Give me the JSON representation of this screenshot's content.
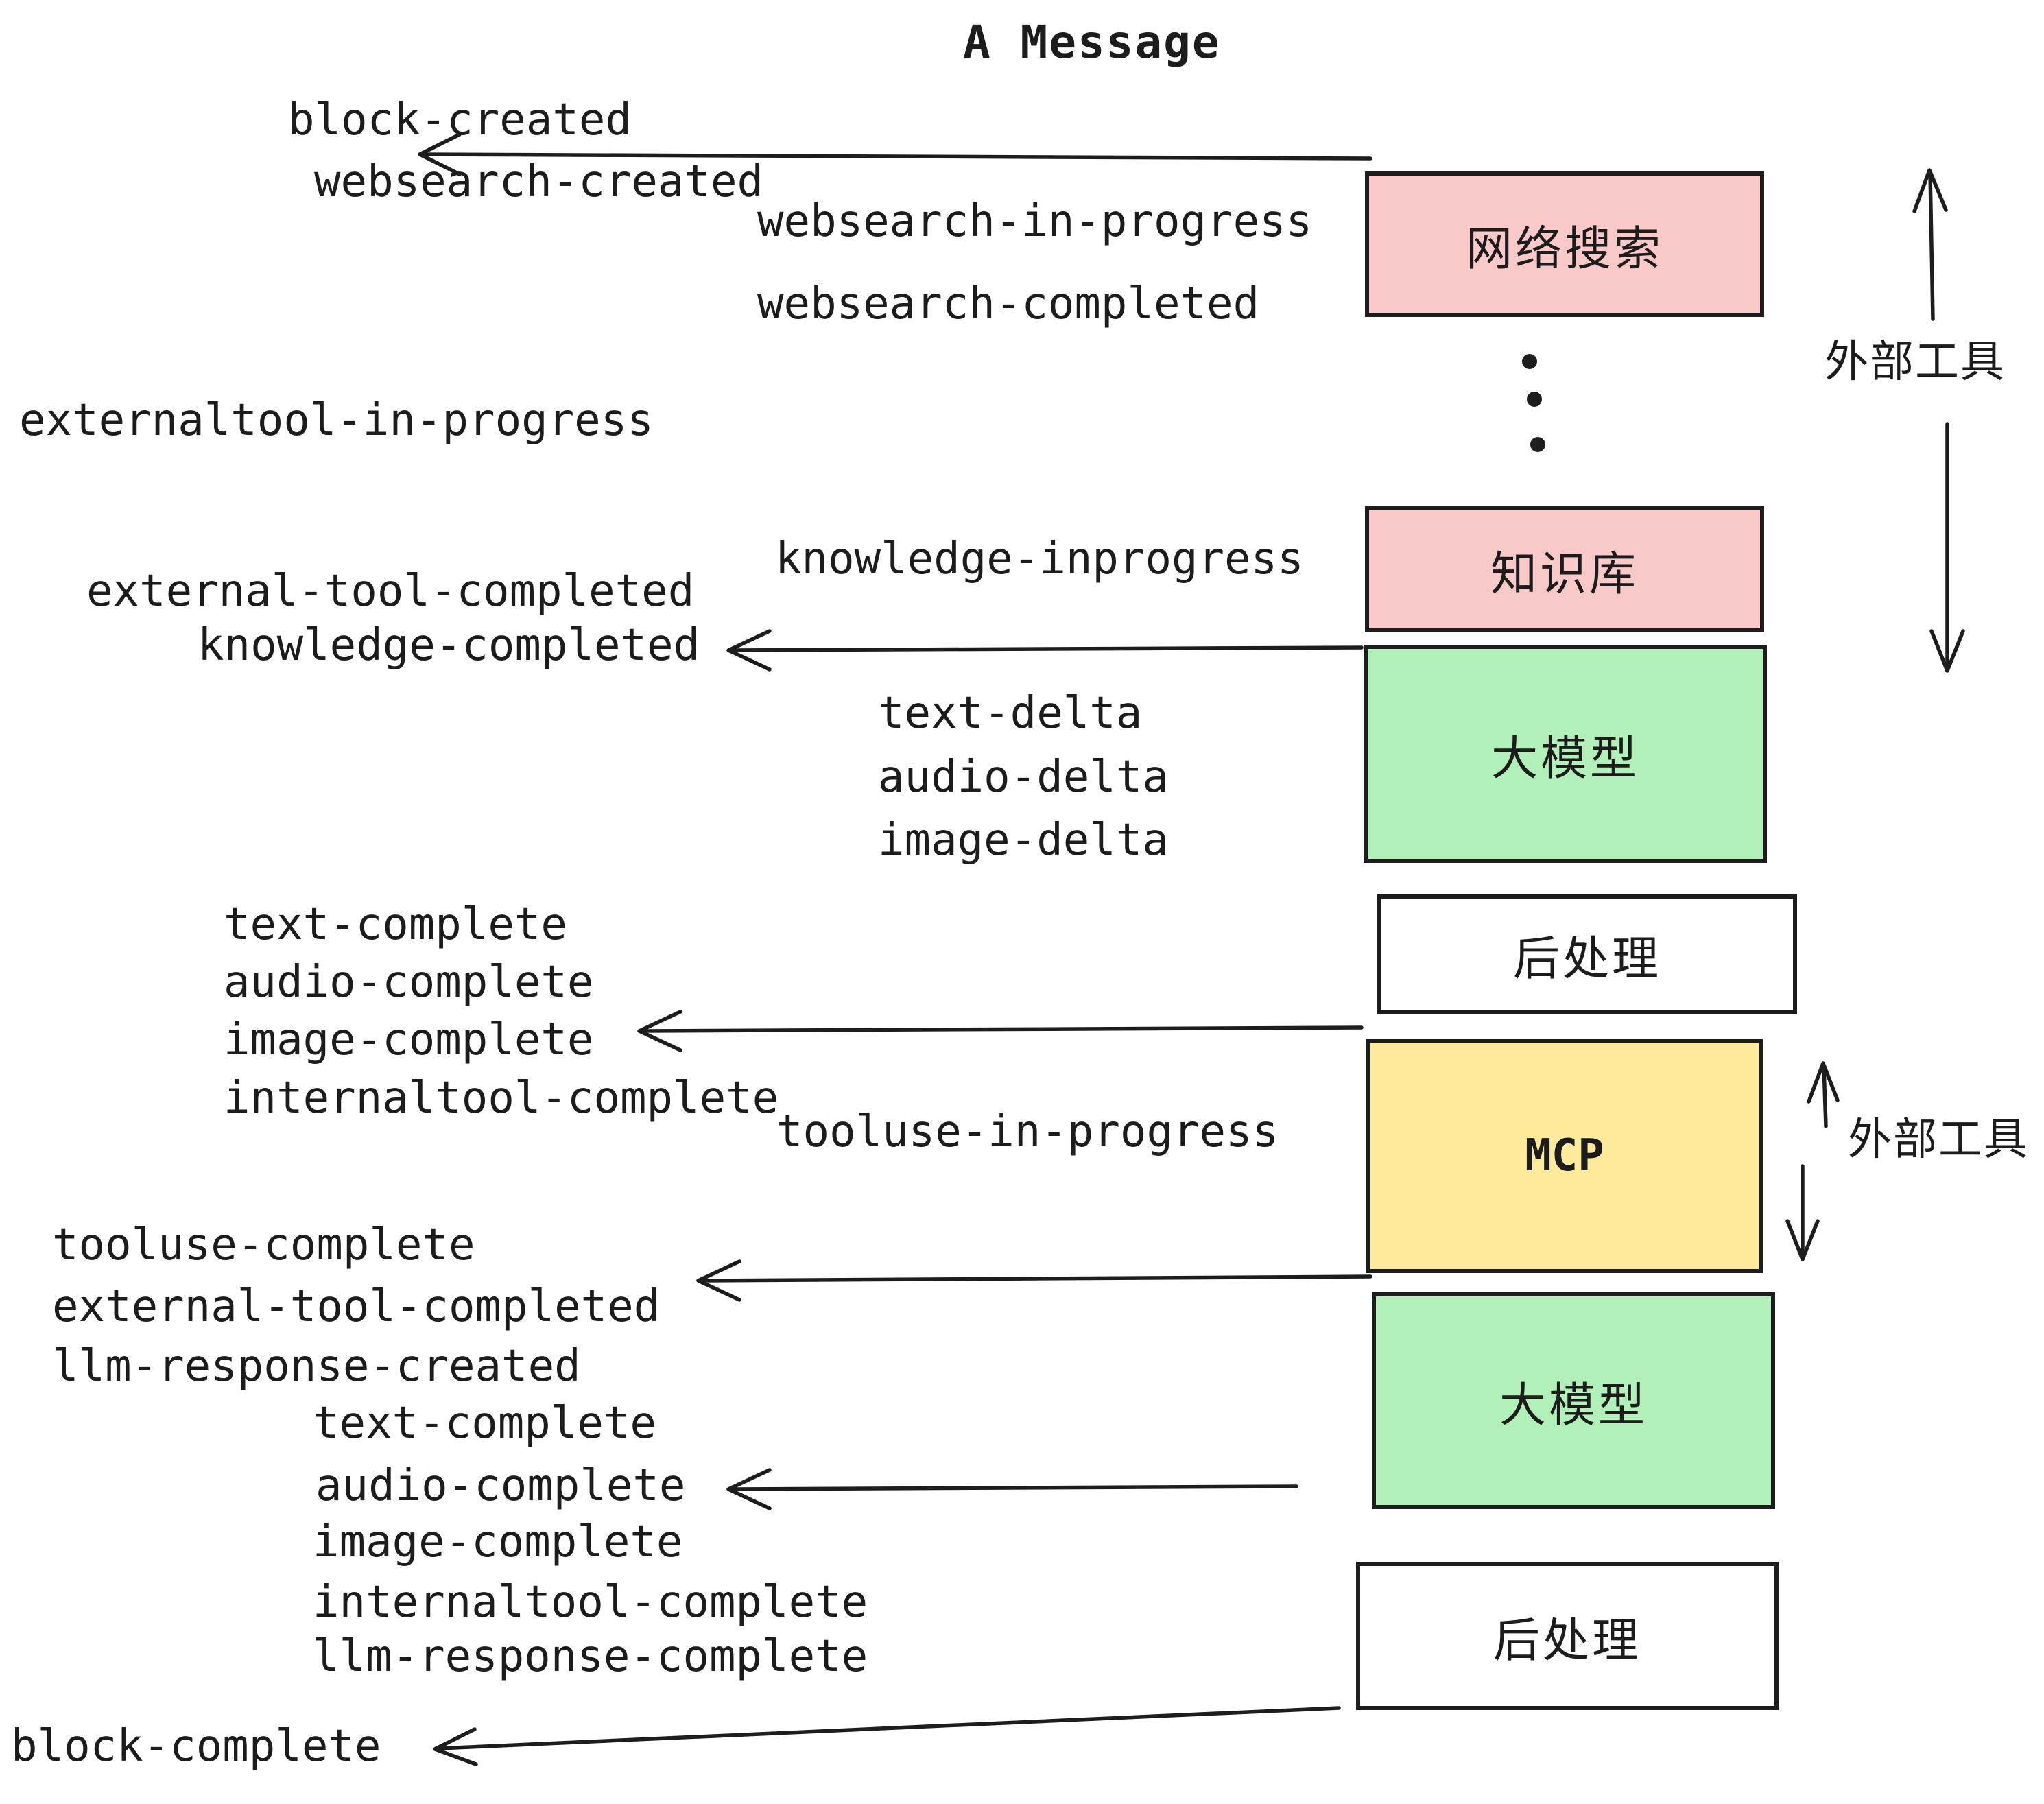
{
  "title": "A Message",
  "colors": {
    "background": "#ffffff",
    "stroke": "#1d1d1d",
    "pink": "#f9c9c9",
    "green": "#b1f0b9",
    "yellow": "#fdeb9b",
    "white_box": "#ffffff"
  },
  "boxes": [
    {
      "id": "websearch",
      "label": "网络搜索",
      "color": "#f9c9c9"
    },
    {
      "id": "knowledge",
      "label": "知识库",
      "color": "#f9c9c9"
    },
    {
      "id": "llm-1",
      "label": "大模型",
      "color": "#b1f0b9"
    },
    {
      "id": "postprocess-1",
      "label": "后处理",
      "color": "#ffffff"
    },
    {
      "id": "mcp",
      "label": "MCP",
      "color": "#fdeb9b"
    },
    {
      "id": "llm-2",
      "label": "大模型",
      "color": "#b1f0b9"
    },
    {
      "id": "postprocess-2",
      "label": "后处理",
      "color": "#ffffff"
    }
  ],
  "events": [
    {
      "id": "block-created",
      "label": "block-created"
    },
    {
      "id": "websearch-created",
      "label": "websearch-created"
    },
    {
      "id": "websearch-in-progress",
      "label": "websearch-in-progress"
    },
    {
      "id": "websearch-completed",
      "label": "websearch-completed"
    },
    {
      "id": "externaltool-in-progress",
      "label": "externaltool-in-progress"
    },
    {
      "id": "knowledge-inprogress",
      "label": "knowledge-inprogress"
    },
    {
      "id": "external-tool-completed-1",
      "label": "external-tool-completed"
    },
    {
      "id": "knowledge-completed",
      "label": "knowledge-completed"
    },
    {
      "id": "text-delta-1",
      "label": "text-delta"
    },
    {
      "id": "audio-delta-1",
      "label": "audio-delta"
    },
    {
      "id": "image-delta-1",
      "label": "image-delta"
    },
    {
      "id": "text-complete-1",
      "label": "text-complete"
    },
    {
      "id": "audio-complete-1",
      "label": "audio-complete"
    },
    {
      "id": "image-complete-1",
      "label": "image-complete"
    },
    {
      "id": "internaltool-complete-1",
      "label": "internaltool-complete"
    },
    {
      "id": "tooluse-in-progress",
      "label": "tooluse-in-progress"
    },
    {
      "id": "tooluse-complete",
      "label": "tooluse-complete"
    },
    {
      "id": "external-tool-completed-2",
      "label": "external-tool-completed"
    },
    {
      "id": "llm-response-created",
      "label": "llm-response-created"
    },
    {
      "id": "text-complete-2",
      "label": "text-complete"
    },
    {
      "id": "audio-complete-2",
      "label": "audio-complete"
    },
    {
      "id": "image-complete-2",
      "label": "image-complete"
    },
    {
      "id": "internaltool-complete-2",
      "label": "internaltool-complete"
    },
    {
      "id": "llm-response-complete",
      "label": "llm-response-complete"
    },
    {
      "id": "block-complete",
      "label": "block-complete"
    }
  ],
  "annotations": [
    {
      "id": "external-tools-top",
      "label": "外部工具"
    },
    {
      "id": "external-tools-bottom",
      "label": "外部工具"
    }
  ]
}
